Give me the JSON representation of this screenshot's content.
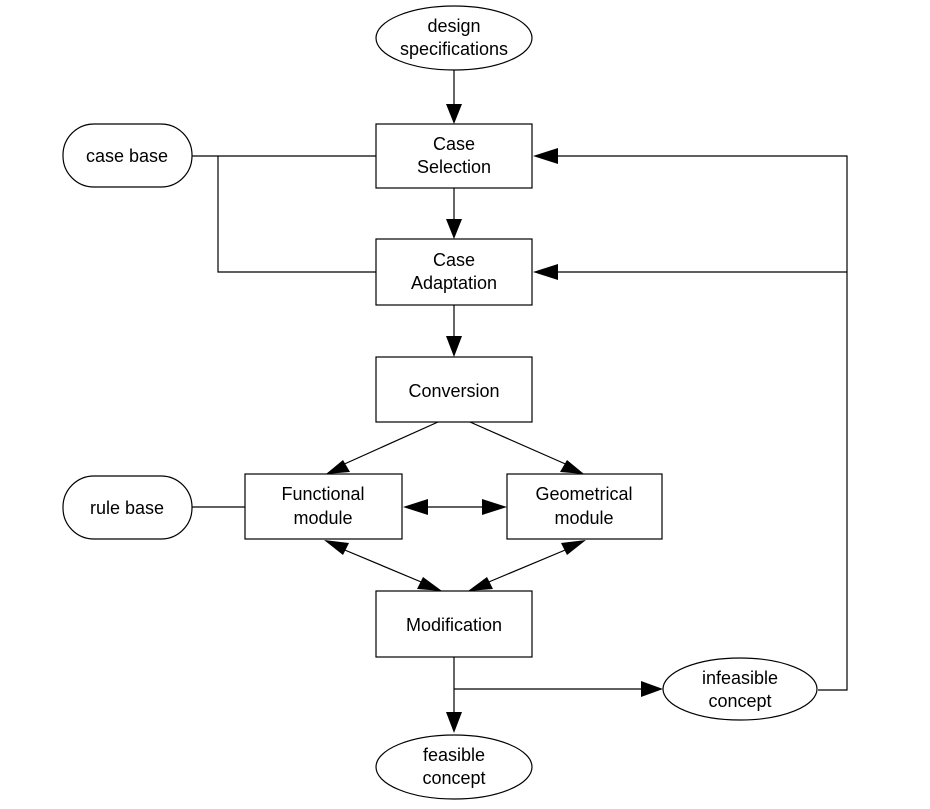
{
  "diagram": {
    "nodes": {
      "design_specs": {
        "line1": "design",
        "line2": "specifications"
      },
      "case_selection": {
        "line1": "Case",
        "line2": "Selection"
      },
      "case_base": {
        "label": "case base"
      },
      "case_adaptation": {
        "line1": "Case",
        "line2": "Adaptation"
      },
      "conversion": {
        "label": "Conversion"
      },
      "functional_module": {
        "line1": "Functional",
        "line2": "module"
      },
      "geometrical_module": {
        "line1": "Geometrical",
        "line2": "module"
      },
      "rule_base": {
        "label": "rule base"
      },
      "modification": {
        "label": "Modification"
      },
      "infeasible_concept": {
        "line1": "infeasible",
        "line2": "concept"
      },
      "feasible_concept": {
        "line1": "feasible",
        "line2": "concept"
      }
    },
    "edges": [
      {
        "from": "design specifications",
        "to": "Case Selection"
      },
      {
        "from": "case base",
        "to": "Case Selection"
      },
      {
        "from": "case base",
        "to": "Case Adaptation"
      },
      {
        "from": "Case Selection",
        "to": "Case Adaptation"
      },
      {
        "from": "Case Adaptation",
        "to": "Conversion"
      },
      {
        "from": "Conversion",
        "to": "Functional module"
      },
      {
        "from": "Conversion",
        "to": "Geometrical module"
      },
      {
        "from": "rule base",
        "to": "Functional module"
      },
      {
        "from": "Functional module",
        "to": "Geometrical module",
        "bidirectional": true
      },
      {
        "from": "Functional module",
        "to": "Modification",
        "bidirectional": true
      },
      {
        "from": "Geometrical module",
        "to": "Modification",
        "bidirectional": true
      },
      {
        "from": "Modification",
        "to": "feasible concept"
      },
      {
        "from": "Modification",
        "to": "infeasible concept"
      },
      {
        "from": "infeasible concept",
        "to": "Case Selection"
      },
      {
        "from": "infeasible concept",
        "to": "Case Adaptation"
      }
    ]
  }
}
